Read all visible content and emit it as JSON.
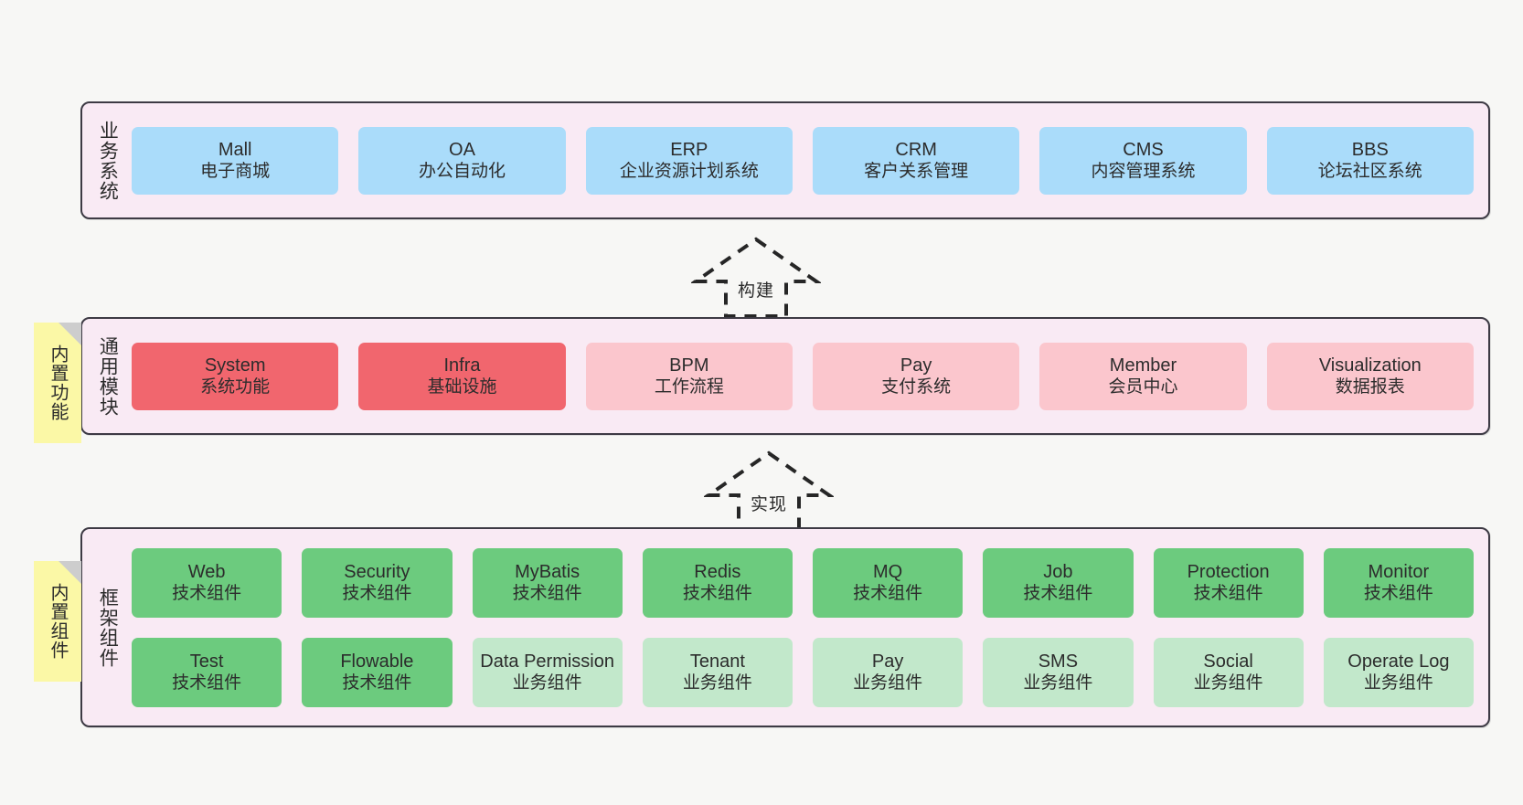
{
  "diagram": {
    "background_color": "#f7f7f5",
    "panel_color": "#f9eaf4",
    "panel_border_color": "#3d3a44",
    "note_color": "#fbf8a6"
  },
  "notes": [
    {
      "id": "note-functions",
      "label": "内置功能"
    },
    {
      "id": "note-components",
      "label": "内置组件"
    }
  ],
  "connectors": [
    {
      "id": "arrow-build",
      "label": "构建",
      "style": "dashed-block-arrow-up"
    },
    {
      "id": "arrow-implement",
      "label": "实现",
      "style": "dashed-block-arrow-up"
    }
  ],
  "layers": [
    {
      "id": "business",
      "title": "业务系统",
      "rows": [
        {
          "cells": [
            {
              "en": "Mall",
              "cn": "电子商城",
              "color": "#aadcfa"
            },
            {
              "en": "OA",
              "cn": "办公自动化",
              "color": "#aadcfa"
            },
            {
              "en": "ERP",
              "cn": "企业资源计划系统",
              "color": "#aadcfa"
            },
            {
              "en": "CRM",
              "cn": "客户关系管理",
              "color": "#aadcfa"
            },
            {
              "en": "CMS",
              "cn": "内容管理系统",
              "color": "#aadcfa"
            },
            {
              "en": "BBS",
              "cn": "论坛社区系统",
              "color": "#aadcfa"
            }
          ]
        }
      ]
    },
    {
      "id": "modules",
      "title": "通用模块",
      "rows": [
        {
          "cells": [
            {
              "en": "System",
              "cn": "系统功能",
              "color": "#f1666e"
            },
            {
              "en": "Infra",
              "cn": "基础设施",
              "color": "#f1666e"
            },
            {
              "en": "BPM",
              "cn": "工作流程",
              "color": "#fbc6cd"
            },
            {
              "en": "Pay",
              "cn": "支付系统",
              "color": "#fbc6cd"
            },
            {
              "en": "Member",
              "cn": "会员中心",
              "color": "#fbc6cd"
            },
            {
              "en": "Visualization",
              "cn": "数据报表",
              "color": "#fbc6cd"
            }
          ]
        }
      ]
    },
    {
      "id": "framework",
      "title": "框架组件",
      "rows": [
        {
          "cells": [
            {
              "en": "Web",
              "cn": "技术组件",
              "color": "#6ccb7e"
            },
            {
              "en": "Security",
              "cn": "技术组件",
              "color": "#6ccb7e"
            },
            {
              "en": "MyBatis",
              "cn": "技术组件",
              "color": "#6ccb7e"
            },
            {
              "en": "Redis",
              "cn": "技术组件",
              "color": "#6ccb7e"
            },
            {
              "en": "MQ",
              "cn": "技术组件",
              "color": "#6ccb7e"
            },
            {
              "en": "Job",
              "cn": "技术组件",
              "color": "#6ccb7e"
            },
            {
              "en": "Protection",
              "cn": "技术组件",
              "color": "#6ccb7e"
            },
            {
              "en": "Monitor",
              "cn": "技术组件",
              "color": "#6ccb7e"
            }
          ]
        },
        {
          "cells": [
            {
              "en": "Test",
              "cn": "技术组件",
              "color": "#6ccb7e"
            },
            {
              "en": "Flowable",
              "cn": "技术组件",
              "color": "#6ccb7e"
            },
            {
              "en": "Data Permission",
              "cn": "业务组件",
              "color": "#c2e8cb"
            },
            {
              "en": "Tenant",
              "cn": "业务组件",
              "color": "#c2e8cb"
            },
            {
              "en": "Pay",
              "cn": "业务组件",
              "color": "#c2e8cb"
            },
            {
              "en": "SMS",
              "cn": "业务组件",
              "color": "#c2e8cb"
            },
            {
              "en": "Social",
              "cn": "业务组件",
              "color": "#c2e8cb"
            },
            {
              "en": "Operate Log",
              "cn": "业务组件",
              "color": "#c2e8cb"
            }
          ]
        }
      ]
    }
  ]
}
